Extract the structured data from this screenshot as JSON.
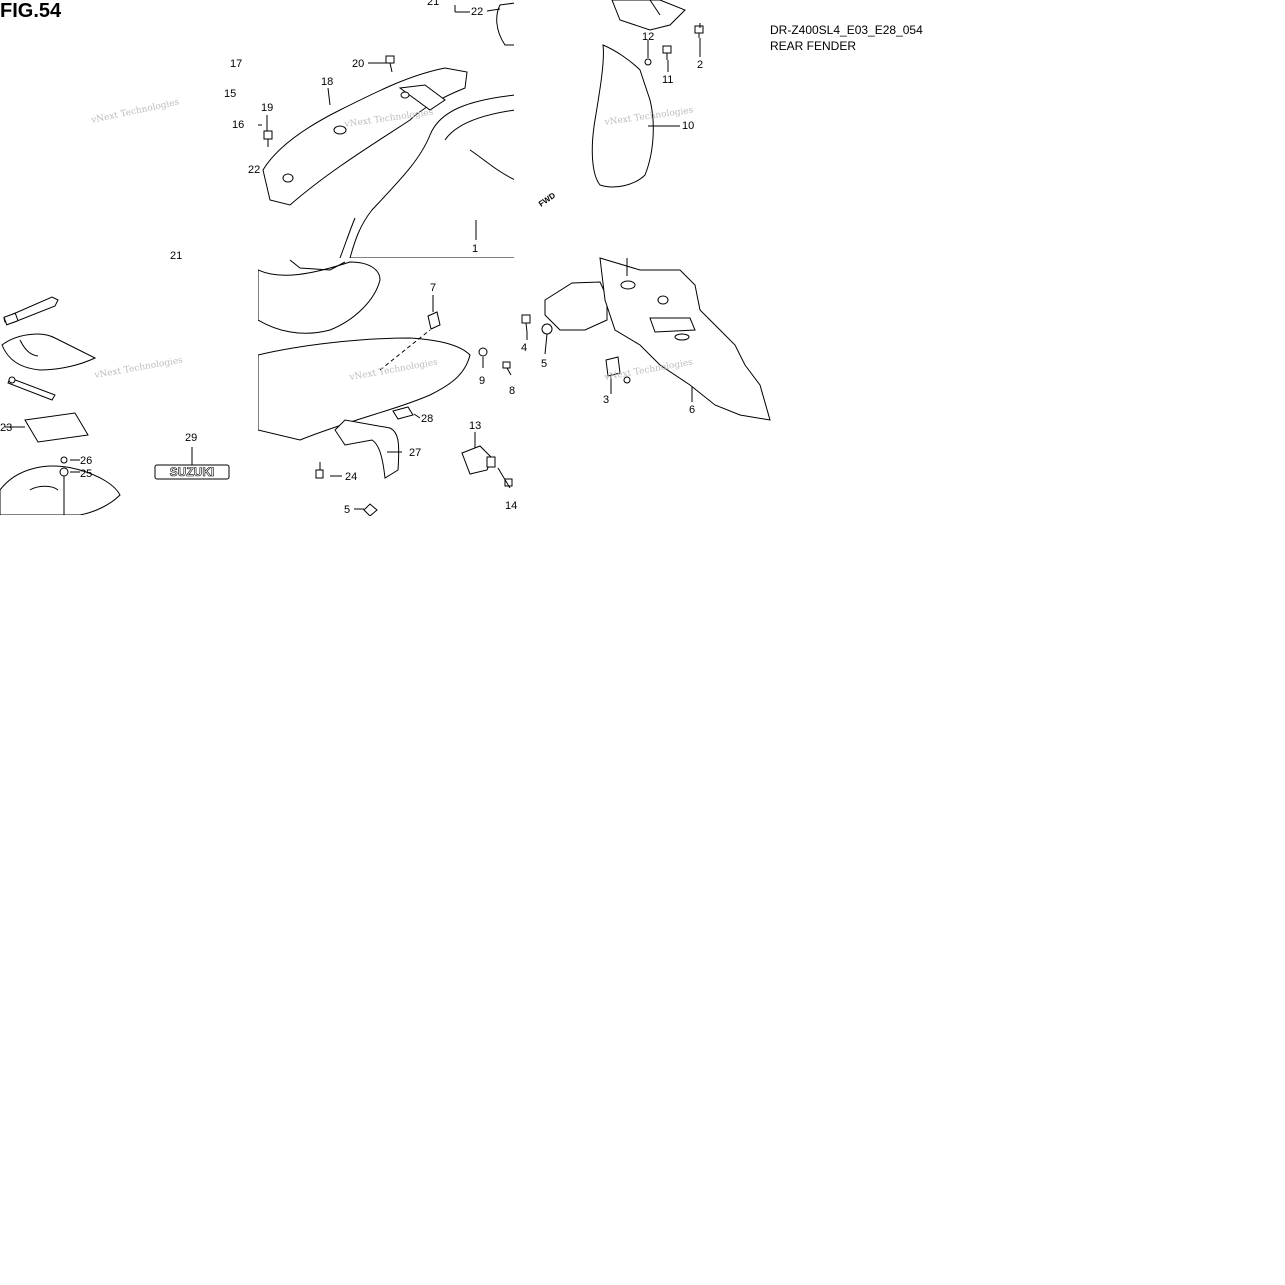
{
  "figure": {
    "title": "FIG.54",
    "code": "DR-Z400SL4_E03_E28_054",
    "name": "REAR FENDER"
  },
  "watermark": "vNext Technologies",
  "fwd_label": "FWD",
  "badge_text": "SUZUKI",
  "callouts": [
    "1",
    "2",
    "3",
    "4",
    "5",
    "5",
    "6",
    "7",
    "8",
    "9",
    "10",
    "11",
    "12",
    "13",
    "14",
    "15",
    "16",
    "17",
    "18",
    "19",
    "20",
    "21",
    "21",
    "22",
    "22",
    "23",
    "24",
    "25",
    "26",
    "27",
    "28",
    "29"
  ]
}
